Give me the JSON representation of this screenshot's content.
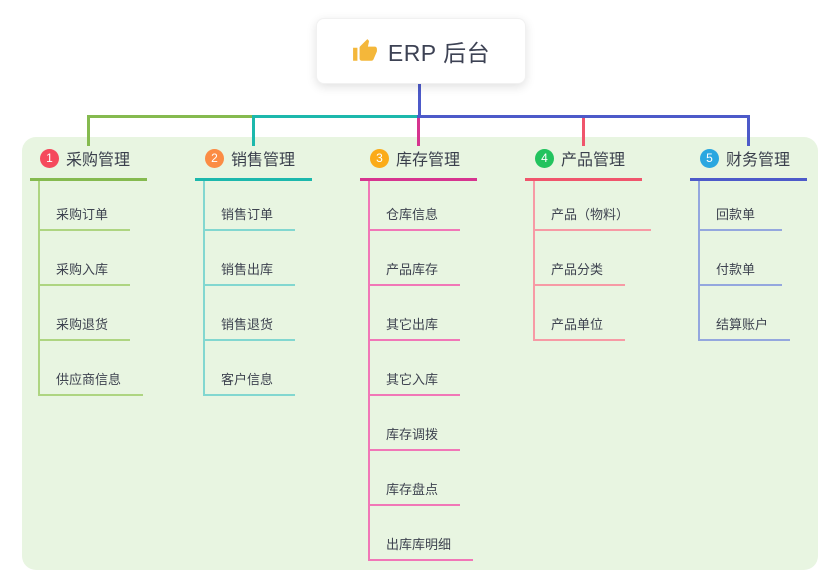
{
  "root": {
    "title": "ERP 后台",
    "icon": "thumbs-up-icon"
  },
  "colors": {
    "stem": "#4d5ac9",
    "panel_bg": "#e8f5e1",
    "card_bg": "#ffffff",
    "text": "#3d4254",
    "thumb_icon": "#f4b73a"
  },
  "branches": [
    {
      "index": "1",
      "label": "采购管理",
      "badge_color": "#f5495c",
      "line_color": "#85ba4f",
      "child_line_color": "#aed581",
      "children": [
        "采购订单",
        "采购入库",
        "采购退货",
        "供应商信息"
      ]
    },
    {
      "index": "2",
      "label": "销售管理",
      "badge_color": "#fb8c44",
      "line_color": "#1cb8ac",
      "child_line_color": "#82d7d0",
      "children": [
        "销售订单",
        "销售出库",
        "销售退货",
        "客户信息"
      ]
    },
    {
      "index": "3",
      "label": "库存管理",
      "badge_color": "#fbab19",
      "line_color": "#d6348f",
      "child_line_color": "#f177b7",
      "children": [
        "仓库信息",
        "产品库存",
        "其它出库",
        "其它入库",
        "库存调拨",
        "库存盘点",
        "出库库明细"
      ]
    },
    {
      "index": "4",
      "label": "产品管理",
      "badge_color": "#22c35e",
      "line_color": "#f0556c",
      "child_line_color": "#f79aa5",
      "children": [
        "产品（物料）",
        "产品分类",
        "产品单位"
      ]
    },
    {
      "index": "5",
      "label": "财务管理",
      "badge_color": "#2aa7e0",
      "line_color": "#4d5ac9",
      "child_line_color": "#94a7de",
      "children": [
        "回款单",
        "付款单",
        "结算账户"
      ]
    }
  ]
}
